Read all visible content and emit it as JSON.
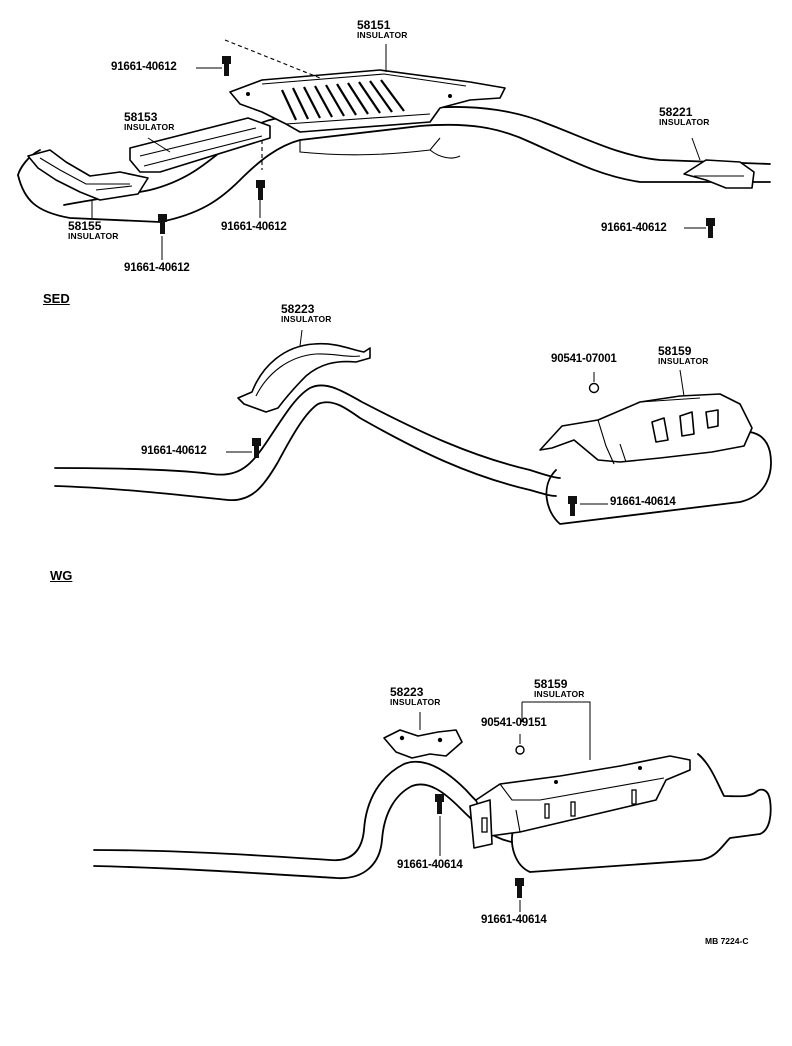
{
  "sections": {
    "sed": "SED",
    "wg": "WG"
  },
  "callouts": {
    "c58151": {
      "num": "58151",
      "name": "INSULATOR"
    },
    "c58153": {
      "num": "58153",
      "name": "INSULATOR"
    },
    "c58155": {
      "num": "58155",
      "name": "INSULATOR"
    },
    "c58221": {
      "num": "58221",
      "name": "INSULATOR"
    },
    "c58223_sed": {
      "num": "58223",
      "name": "INSULATOR"
    },
    "c58159_sed": {
      "num": "58159",
      "name": "INSULATOR"
    },
    "c58223_wg": {
      "num": "58223",
      "name": "INSULATOR"
    },
    "c58159_wg": {
      "num": "58159",
      "name": "INSULATOR"
    }
  },
  "bolts": {
    "b1": "91661-40612",
    "b2": "91661-40612",
    "b3": "91661-40612",
    "b4": "91661-40612",
    "b5": "91661-40612",
    "b6": "91661-40614",
    "b7": "91661-40614",
    "b8": "91661-40614"
  },
  "nuts": {
    "n1": "90541-07001",
    "n2": "90541-09151"
  },
  "reference_code": "MB 7224-C"
}
